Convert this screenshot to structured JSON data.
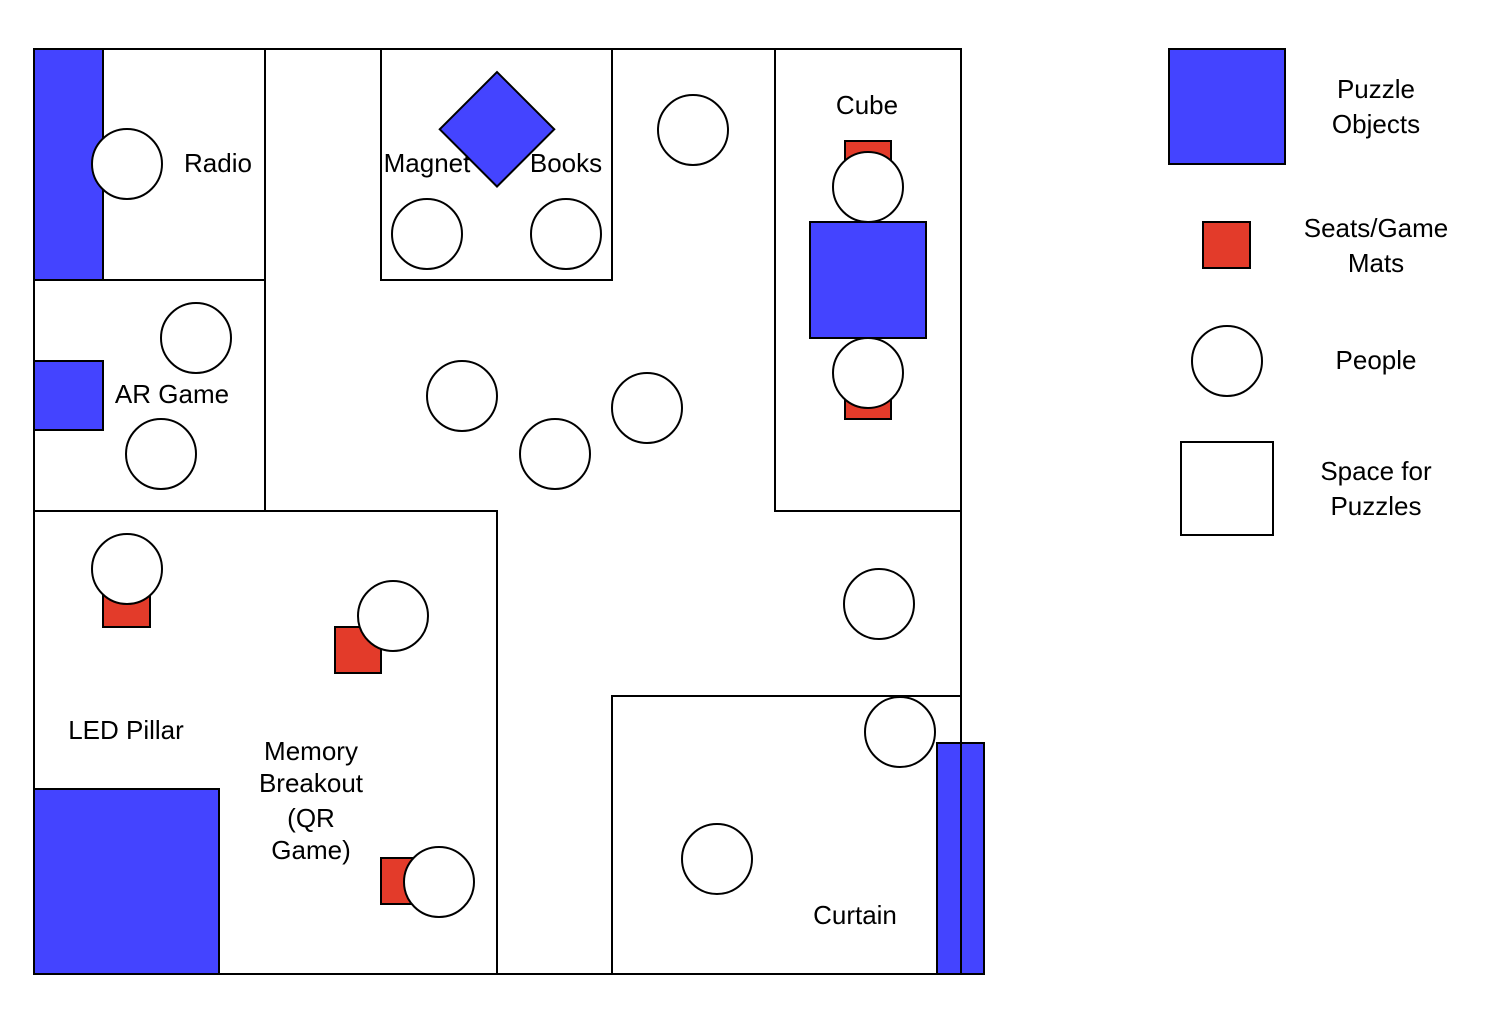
{
  "colors": {
    "puzzle_object": "#4444ff",
    "seat": "#e33b2a",
    "person_fill": "#ffffff",
    "outline": "#000000"
  },
  "rooms": {
    "radio": "Radio",
    "magnet": "Magnet",
    "books": "Books",
    "cube": "Cube",
    "ar_game": "AR Game",
    "led_pillar": "LED Pillar",
    "memory": [
      "Memory",
      "Breakout",
      "(QR",
      "Game)"
    ],
    "curtain": "Curtain"
  },
  "legend": {
    "puzzle_objects": [
      "Puzzle",
      "Objects"
    ],
    "seats": [
      "Seats/Game",
      "Mats"
    ],
    "people": [
      "People"
    ],
    "space": [
      "Space for",
      "Puzzles"
    ]
  }
}
